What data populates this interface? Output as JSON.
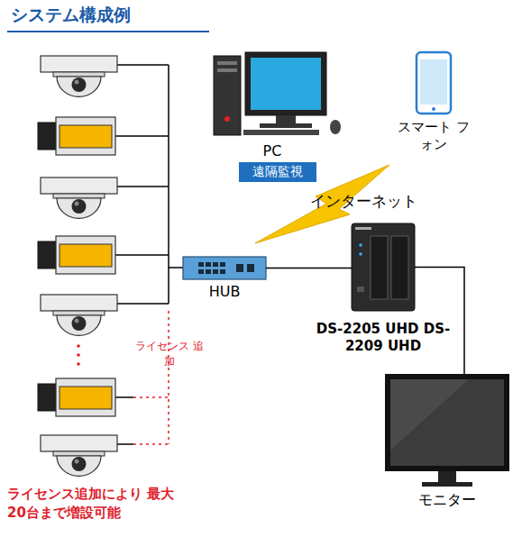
{
  "diagram": {
    "title": "システム構成例",
    "nodes": [
      {
        "text": [
          "PC"
        ]
      },
      {
        "text": [
          "遠隔監視"
        ]
      },
      {
        "text": [
          "スマート フォン"
        ]
      },
      {
        "text": [
          "インターネット"
        ]
      },
      {
        "text": [
          "HUB"
        ]
      },
      {
        "text": [
          "DS-2205 UHD DS-2209 UHD"
        ]
      },
      {
        "text": [
          "モニター"
        ]
      }
    ],
    "edges": [
      {
        "from": 4,
        "to": 5,
        "arrow": "none"
      },
      {
        "from": 5,
        "to": 6,
        "arrow": "none"
      }
    ],
    "labels": [
      "ライセンス 追加",
      "ライセンス追加により 最大20台まで増設可能"
    ]
  }
}
